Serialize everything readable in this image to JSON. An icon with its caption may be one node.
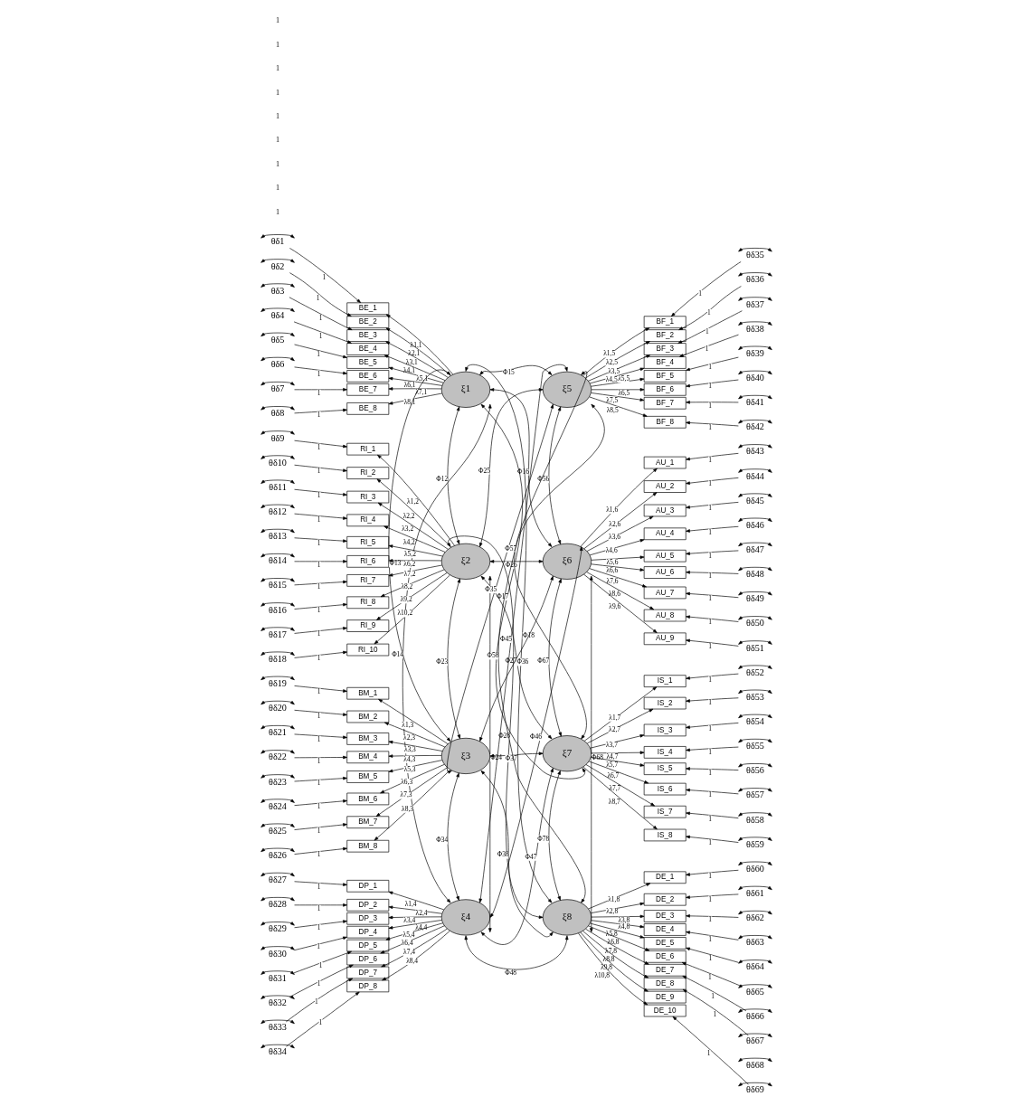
{
  "diagram": {
    "nodes": [
      {
        "text": [
          "ξ1"
        ]
      },
      {
        "text": [
          "ξ2"
        ]
      },
      {
        "text": [
          "ξ3"
        ]
      },
      {
        "text": [
          "ξ4"
        ]
      },
      {
        "text": [
          "ξ5"
        ]
      },
      {
        "text": [
          "ξ6"
        ]
      },
      {
        "text": [
          "ξ7"
        ]
      },
      {
        "text": [
          "ξ8"
        ]
      },
      {
        "text": [
          "BE_1"
        ]
      },
      {
        "text": [
          "BE_2"
        ]
      },
      {
        "text": [
          "BE_3"
        ]
      },
      {
        "text": [
          "BE_4"
        ]
      },
      {
        "text": [
          "BE_5"
        ]
      },
      {
        "text": [
          "BE_6"
        ]
      },
      {
        "text": [
          "BE_7"
        ]
      },
      {
        "text": [
          "BE_8"
        ]
      },
      {
        "text": [
          "RI_1"
        ]
      },
      {
        "text": [
          "RI_2"
        ]
      },
      {
        "text": [
          "RI_3"
        ]
      },
      {
        "text": [
          "RI_4"
        ]
      },
      {
        "text": [
          "RI_5"
        ]
      },
      {
        "text": [
          "RI_6"
        ]
      },
      {
        "text": [
          "RI_7"
        ]
      },
      {
        "text": [
          "RI_8"
        ]
      },
      {
        "text": [
          "RI_9"
        ]
      },
      {
        "text": [
          "RI_10"
        ]
      },
      {
        "text": [
          "BM_1"
        ]
      },
      {
        "text": [
          "BM_2"
        ]
      },
      {
        "text": [
          "BM_3"
        ]
      },
      {
        "text": [
          "BM_4"
        ]
      },
      {
        "text": [
          "BM_5"
        ]
      },
      {
        "text": [
          "BM_6"
        ]
      },
      {
        "text": [
          "BM_7"
        ]
      },
      {
        "text": [
          "BM_8"
        ]
      },
      {
        "text": [
          "DP_1"
        ]
      },
      {
        "text": [
          "DP_2"
        ]
      },
      {
        "text": [
          "DP_3"
        ]
      },
      {
        "text": [
          "DP_4"
        ]
      },
      {
        "text": [
          "DP_5"
        ]
      },
      {
        "text": [
          "DP_6"
        ]
      },
      {
        "text": [
          "DP_7"
        ]
      },
      {
        "text": [
          "DP_8"
        ]
      },
      {
        "text": [
          "BF_1"
        ]
      },
      {
        "text": [
          "BF_2"
        ]
      },
      {
        "text": [
          "BF_3"
        ]
      },
      {
        "text": [
          "BF_4"
        ]
      },
      {
        "text": [
          "BF_5"
        ]
      },
      {
        "text": [
          "BF_6"
        ]
      },
      {
        "text": [
          "BF_7"
        ]
      },
      {
        "text": [
          "BF_8"
        ]
      },
      {
        "text": [
          "AU_1"
        ]
      },
      {
        "text": [
          "AU_2"
        ]
      },
      {
        "text": [
          "AU_3"
        ]
      },
      {
        "text": [
          "AU_4"
        ]
      },
      {
        "text": [
          "AU_5"
        ]
      },
      {
        "text": [
          "AU_6"
        ]
      },
      {
        "text": [
          "AU_7"
        ]
      },
      {
        "text": [
          "AU_8"
        ]
      },
      {
        "text": [
          "AU_9"
        ]
      },
      {
        "text": [
          "IS_1"
        ]
      },
      {
        "text": [
          "IS_2"
        ]
      },
      {
        "text": [
          "IS_3"
        ]
      },
      {
        "text": [
          "IS_4"
        ]
      },
      {
        "text": [
          "IS_5"
        ]
      },
      {
        "text": [
          "IS_6"
        ]
      },
      {
        "text": [
          "IS_7"
        ]
      },
      {
        "text": [
          "IS_8"
        ]
      },
      {
        "text": [
          "DE_1"
        ]
      },
      {
        "text": [
          "DE_2"
        ]
      },
      {
        "text": [
          "DE_3"
        ]
      },
      {
        "text": [
          "DE_4"
        ]
      },
      {
        "text": [
          "DE_5"
        ]
      },
      {
        "text": [
          "DE_6"
        ]
      },
      {
        "text": [
          "DE_7"
        ]
      },
      {
        "text": [
          "DE_8"
        ]
      },
      {
        "text": [
          "DE_9"
        ]
      },
      {
        "text": [
          "DE_10"
        ]
      },
      {
        "text": [
          "θδ1"
        ]
      },
      {
        "text": [
          "θδ2"
        ]
      },
      {
        "text": [
          "θδ3"
        ]
      },
      {
        "text": [
          "θδ4"
        ]
      },
      {
        "text": [
          "θδ5"
        ]
      },
      {
        "text": [
          "θδ6"
        ]
      },
      {
        "text": [
          "θδ7"
        ]
      },
      {
        "text": [
          "θδ8"
        ]
      },
      {
        "text": [
          "θδ9"
        ]
      },
      {
        "text": [
          "θδ10"
        ]
      },
      {
        "text": [
          "θδ11"
        ]
      },
      {
        "text": [
          "θδ12"
        ]
      },
      {
        "text": [
          "θδ13"
        ]
      },
      {
        "text": [
          "θδ14"
        ]
      },
      {
        "text": [
          "θδ15"
        ]
      },
      {
        "text": [
          "θδ16"
        ]
      },
      {
        "text": [
          "θδ17"
        ]
      },
      {
        "text": [
          "θδ18"
        ]
      },
      {
        "text": [
          "θδ19"
        ]
      },
      {
        "text": [
          "θδ20"
        ]
      },
      {
        "text": [
          "θδ21"
        ]
      },
      {
        "text": [
          "θδ22"
        ]
      },
      {
        "text": [
          "θδ23"
        ]
      },
      {
        "text": [
          "θδ24"
        ]
      },
      {
        "text": [
          "θδ25"
        ]
      },
      {
        "text": [
          "θδ26"
        ]
      },
      {
        "text": [
          "θδ27"
        ]
      },
      {
        "text": [
          "θδ28"
        ]
      },
      {
        "text": [
          "θδ29"
        ]
      },
      {
        "text": [
          "θδ30"
        ]
      },
      {
        "text": [
          "θδ31"
        ]
      },
      {
        "text": [
          "θδ32"
        ]
      },
      {
        "text": [
          "θδ33"
        ]
      },
      {
        "text": [
          "θδ34"
        ]
      },
      {
        "text": [
          "θδ35"
        ]
      },
      {
        "text": [
          "θδ36"
        ]
      },
      {
        "text": [
          "θδ37"
        ]
      },
      {
        "text": [
          "θδ38"
        ]
      },
      {
        "text": [
          "θδ39"
        ]
      },
      {
        "text": [
          "θδ40"
        ]
      },
      {
        "text": [
          "θδ41"
        ]
      },
      {
        "text": [
          "θδ42"
        ]
      },
      {
        "text": [
          "θδ43"
        ]
      },
      {
        "text": [
          "θδ44"
        ]
      },
      {
        "text": [
          "θδ45"
        ]
      },
      {
        "text": [
          "θδ46"
        ]
      },
      {
        "text": [
          "θδ47"
        ]
      },
      {
        "text": [
          "θδ48"
        ]
      },
      {
        "text": [
          "θδ49"
        ]
      },
      {
        "text": [
          "θδ50"
        ]
      },
      {
        "text": [
          "θδ51"
        ]
      },
      {
        "text": [
          "θδ52"
        ]
      },
      {
        "text": [
          "θδ53"
        ]
      },
      {
        "text": [
          "θδ54"
        ]
      },
      {
        "text": [
          "θδ55"
        ]
      },
      {
        "text": [
          "θδ56"
        ]
      },
      {
        "text": [
          "θδ57"
        ]
      },
      {
        "text": [
          "θδ58"
        ]
      },
      {
        "text": [
          "θδ59"
        ]
      },
      {
        "text": [
          "θδ60"
        ]
      },
      {
        "text": [
          "θδ61"
        ]
      },
      {
        "text": [
          "θδ62"
        ]
      },
      {
        "text": [
          "θδ63"
        ]
      },
      {
        "text": [
          "θδ64"
        ]
      },
      {
        "text": [
          "θδ65"
        ]
      },
      {
        "text": [
          "θδ66"
        ]
      },
      {
        "text": [
          "θδ67"
        ]
      },
      {
        "text": [
          "θδ68"
        ]
      },
      {
        "text": [
          "θδ69"
        ]
      }
    ],
    "edges": [
      {
        "from": 0,
        "to": 8,
        "arrow": "to",
        "label": "λ1,1"
      },
      {
        "from": 0,
        "to": 9,
        "arrow": "to",
        "label": "λ2,1"
      },
      {
        "from": 0,
        "to": 10,
        "arrow": "to",
        "label": "λ3,1"
      },
      {
        "from": 0,
        "to": 11,
        "arrow": "to",
        "label": "λ4,1"
      },
      {
        "from": 0,
        "to": 12,
        "arrow": "to",
        "label": "λ5,1"
      },
      {
        "from": 0,
        "to": 13,
        "arrow": "to",
        "label": "λ6,1"
      },
      {
        "from": 0,
        "to": 14,
        "arrow": "to",
        "label": "λ7,1"
      },
      {
        "from": 0,
        "to": 15,
        "arrow": "to",
        "label": "λ8,1"
      },
      {
        "from": 1,
        "to": 16,
        "arrow": "to",
        "label": "λ1,2"
      },
      {
        "from": 1,
        "to": 17,
        "arrow": "to",
        "label": "λ2,2"
      },
      {
        "from": 1,
        "to": 18,
        "arrow": "to",
        "label": "λ3,2"
      },
      {
        "from": 1,
        "to": 19,
        "arrow": "to",
        "label": "λ4,2"
      },
      {
        "from": 1,
        "to": 20,
        "arrow": "to",
        "label": "λ5,2"
      },
      {
        "from": 1,
        "to": 21,
        "arrow": "to",
        "label": "λ6,2"
      },
      {
        "from": 1,
        "to": 22,
        "arrow": "to",
        "label": "λ7,2"
      },
      {
        "from": 1,
        "to": 23,
        "arrow": "to",
        "label": "λ8,2"
      },
      {
        "from": 1,
        "to": 24,
        "arrow": "to",
        "label": "λ9,2"
      },
      {
        "from": 1,
        "to": 25,
        "arrow": "to",
        "label": "λ10,2"
      },
      {
        "from": 2,
        "to": 26,
        "arrow": "to",
        "label": "λ1,3"
      },
      {
        "from": 2,
        "to": 27,
        "arrow": "to",
        "label": "λ2,3"
      },
      {
        "from": 2,
        "to": 28,
        "arrow": "to",
        "label": "λ3,3"
      },
      {
        "from": 2,
        "to": 29,
        "arrow": "to",
        "label": "λ4,3"
      },
      {
        "from": 2,
        "to": 30,
        "arrow": "to",
        "label": "λ5,3"
      },
      {
        "from": 2,
        "to": 31,
        "arrow": "to",
        "label": "λ6,3"
      },
      {
        "from": 2,
        "to": 32,
        "arrow": "to",
        "label": "λ7,3"
      },
      {
        "from": 2,
        "to": 33,
        "arrow": "to",
        "label": "λ8,3"
      },
      {
        "from": 3,
        "to": 34,
        "arrow": "to",
        "label": "λ1,4"
      },
      {
        "from": 3,
        "to": 35,
        "arrow": "to",
        "label": "λ2,4"
      },
      {
        "from": 3,
        "to": 36,
        "arrow": "to",
        "label": "λ3,4"
      },
      {
        "from": 3,
        "to": 37,
        "arrow": "to",
        "label": "λ4,4"
      },
      {
        "from": 3,
        "to": 38,
        "arrow": "to",
        "label": "λ5,4"
      },
      {
        "from": 3,
        "to": 39,
        "arrow": "to",
        "label": "λ6,4"
      },
      {
        "from": 3,
        "to": 40,
        "arrow": "to",
        "label": "λ7,4"
      },
      {
        "from": 3,
        "to": 41,
        "arrow": "to",
        "label": "λ8,4"
      },
      {
        "from": 4,
        "to": 42,
        "arrow": "to",
        "label": "λ1,5"
      },
      {
        "from": 4,
        "to": 43,
        "arrow": "to",
        "label": "λ2,5"
      },
      {
        "from": 4,
        "to": 44,
        "arrow": "to",
        "label": "λ3,5"
      },
      {
        "from": 4,
        "to": 45,
        "arrow": "to",
        "label": "λ4,5"
      },
      {
        "from": 4,
        "to": 46,
        "arrow": "to",
        "label": "λ5,5"
      },
      {
        "from": 4,
        "to": 47,
        "arrow": "to",
        "label": "λ6,5"
      },
      {
        "from": 4,
        "to": 48,
        "arrow": "to",
        "label": "λ7,5"
      },
      {
        "from": 4,
        "to": 49,
        "arrow": "to",
        "label": "λ8,5"
      },
      {
        "from": 5,
        "to": 50,
        "arrow": "to",
        "label": "λ1,6"
      },
      {
        "from": 5,
        "to": 51,
        "arrow": "to",
        "label": "λ2,6"
      },
      {
        "from": 5,
        "to": 52,
        "arrow": "to",
        "label": "λ3,6"
      },
      {
        "from": 5,
        "to": 53,
        "arrow": "to",
        "label": "λ4,6"
      },
      {
        "from": 5,
        "to": 54,
        "arrow": "to",
        "label": "λ5,6"
      },
      {
        "from": 5,
        "to": 55,
        "arrow": "to",
        "label": "λ6,6"
      },
      {
        "from": 5,
        "to": 56,
        "arrow": "to",
        "label": "λ7,6"
      },
      {
        "from": 5,
        "to": 57,
        "arrow": "to",
        "label": "λ8,6"
      },
      {
        "from": 5,
        "to": 58,
        "arrow": "to",
        "label": "λ9,6"
      },
      {
        "from": 6,
        "to": 59,
        "arrow": "to",
        "label": "λ1,7"
      },
      {
        "from": 6,
        "to": 60,
        "arrow": "to",
        "label": "λ2,7"
      },
      {
        "from": 6,
        "to": 61,
        "arrow": "to",
        "label": "λ3,7"
      },
      {
        "from": 6,
        "to": 62,
        "arrow": "to",
        "label": "λ4,7"
      },
      {
        "from": 6,
        "to": 63,
        "arrow": "to",
        "label": "λ5,7"
      },
      {
        "from": 6,
        "to": 64,
        "arrow": "to",
        "label": "λ6,7"
      },
      {
        "from": 6,
        "to": 65,
        "arrow": "to",
        "label": "λ7,7"
      },
      {
        "from": 6,
        "to": 66,
        "arrow": "to",
        "label": "λ8,7"
      },
      {
        "from": 7,
        "to": 67,
        "arrow": "to",
        "label": "λ1,8"
      },
      {
        "from": 7,
        "to": 68,
        "arrow": "to",
        "label": "λ2,8"
      },
      {
        "from": 7,
        "to": 69,
        "arrow": "to",
        "label": "λ3,8"
      },
      {
        "from": 7,
        "to": 70,
        "arrow": "to",
        "label": "λ4,8"
      },
      {
        "from": 7,
        "to": 71,
        "arrow": "to",
        "label": "λ5,8"
      },
      {
        "from": 7,
        "to": 72,
        "arrow": "to",
        "label": "λ6,8"
      },
      {
        "from": 7,
        "to": 73,
        "arrow": "to",
        "label": "λ7,8"
      },
      {
        "from": 7,
        "to": 74,
        "arrow": "to",
        "label": "λ8,8"
      },
      {
        "from": 7,
        "to": 75,
        "arrow": "to",
        "label": "λ9,8"
      },
      {
        "from": 7,
        "to": 76,
        "arrow": "to",
        "label": "λ10,8"
      },
      {
        "from": 77,
        "to": 8,
        "arrow": "to",
        "label": "1"
      },
      {
        "from": 78,
        "to": 9,
        "arrow": "to",
        "label": "1"
      },
      {
        "from": 79,
        "to": 10,
        "arrow": "to",
        "label": "1"
      },
      {
        "from": 80,
        "to": 11,
        "arrow": "to",
        "label": "1"
      },
      {
        "from": 81,
        "to": 12,
        "arrow": "to",
        "label": "1"
      },
      {
        "from": 82,
        "to": 13,
        "arrow": "to",
        "label": "1"
      },
      {
        "from": 83,
        "to": 14,
        "arrow": "to",
        "label": "1"
      },
      {
        "from": 84,
        "to": 15,
        "arrow": "to",
        "label": "1"
      },
      {
        "from": 85,
        "to": 16,
        "arrow": "to",
        "label": "1"
      },
      {
        "from": 86,
        "to": 17,
        "arrow": "to",
        "label": "1"
      },
      {
        "from": 87,
        "to": 18,
        "arrow": "to",
        "label": "1"
      },
      {
        "from": 88,
        "to": 19,
        "arrow": "to",
        "label": "1"
      },
      {
        "from": 89,
        "to": 20,
        "arrow": "to",
        "label": "1"
      },
      {
        "from": 90,
        "to": 21,
        "arrow": "to",
        "label": "1"
      },
      {
        "from": 91,
        "to": 22,
        "arrow": "to",
        "label": "1"
      },
      {
        "from": 92,
        "to": 23,
        "arrow": "to",
        "label": "1"
      },
      {
        "from": 93,
        "to": 24,
        "arrow": "to",
        "label": "1"
      },
      {
        "from": 94,
        "to": 25,
        "arrow": "to",
        "label": "1"
      },
      {
        "from": 95,
        "to": 26,
        "arrow": "to",
        "label": "1"
      },
      {
        "from": 96,
        "to": 27,
        "arrow": "to",
        "label": "1"
      },
      {
        "from": 97,
        "to": 28,
        "arrow": "to",
        "label": "1"
      },
      {
        "from": 98,
        "to": 29,
        "arrow": "to",
        "label": "1"
      },
      {
        "from": 99,
        "to": 30,
        "arrow": "to",
        "label": "1"
      },
      {
        "from": 100,
        "to": 31,
        "arrow": "to",
        "label": "1"
      },
      {
        "from": 101,
        "to": 32,
        "arrow": "to",
        "label": "1"
      },
      {
        "from": 102,
        "to": 33,
        "arrow": "to",
        "label": "1"
      },
      {
        "from": 103,
        "to": 34,
        "arrow": "to",
        "label": "1"
      },
      {
        "from": 104,
        "to": 35,
        "arrow": "to",
        "label": "1"
      },
      {
        "from": 105,
        "to": 36,
        "arrow": "to",
        "label": "1"
      },
      {
        "from": 106,
        "to": 37,
        "arrow": "to",
        "label": "1"
      },
      {
        "from": 107,
        "to": 38,
        "arrow": "to",
        "label": "1"
      },
      {
        "from": 108,
        "to": 39,
        "arrow": "to",
        "label": "1"
      },
      {
        "from": 109,
        "to": 40,
        "arrow": "to",
        "label": "1"
      },
      {
        "from": 110,
        "to": 41,
        "arrow": "to",
        "label": "1"
      },
      {
        "from": 111,
        "to": 42,
        "arrow": "to",
        "label": "1"
      },
      {
        "from": 112,
        "to": 43,
        "arrow": "to",
        "label": "1"
      },
      {
        "from": 113,
        "to": 44,
        "arrow": "to",
        "label": "1"
      },
      {
        "from": 114,
        "to": 45,
        "arrow": "to",
        "label": "1"
      },
      {
        "from": 115,
        "to": 46,
        "arrow": "to",
        "label": "1"
      },
      {
        "from": 116,
        "to": 47,
        "arrow": "to",
        "label": "1"
      },
      {
        "from": 117,
        "to": 48,
        "arrow": "to",
        "label": "1"
      },
      {
        "from": 118,
        "to": 49,
        "arrow": "to",
        "label": "1"
      },
      {
        "from": 119,
        "to": 50,
        "arrow": "to",
        "label": "1"
      },
      {
        "from": 120,
        "to": 51,
        "arrow": "to",
        "label": "1"
      },
      {
        "from": 121,
        "to": 52,
        "arrow": "to",
        "label": "1"
      },
      {
        "from": 122,
        "to": 53,
        "arrow": "to",
        "label": "1"
      },
      {
        "from": 123,
        "to": 54,
        "arrow": "to",
        "label": "1"
      },
      {
        "from": 124,
        "to": 55,
        "arrow": "to",
        "label": "1"
      },
      {
        "from": 125,
        "to": 56,
        "arrow": "to",
        "label": "1"
      },
      {
        "from": 126,
        "to": 57,
        "arrow": "to",
        "label": "1"
      },
      {
        "from": 127,
        "to": 58,
        "arrow": "to",
        "label": "1"
      },
      {
        "from": 128,
        "to": 59,
        "arrow": "to",
        "label": "1"
      },
      {
        "from": 129,
        "to": 60,
        "arrow": "to",
        "label": "1"
      },
      {
        "from": 130,
        "to": 61,
        "arrow": "to",
        "label": "1"
      },
      {
        "from": 131,
        "to": 62,
        "arrow": "to",
        "label": "1"
      },
      {
        "from": 132,
        "to": 63,
        "arrow": "to",
        "label": "1"
      },
      {
        "from": 133,
        "to": 64,
        "arrow": "to",
        "label": "1"
      },
      {
        "from": 134,
        "to": 65,
        "arrow": "to",
        "label": "1"
      },
      {
        "from": 135,
        "to": 66,
        "arrow": "to",
        "label": "1"
      },
      {
        "from": 136,
        "to": 67,
        "arrow": "to",
        "label": "1"
      },
      {
        "from": 137,
        "to": 68,
        "arrow": "to",
        "label": "1"
      },
      {
        "from": 138,
        "to": 69,
        "arrow": "to",
        "label": "1"
      },
      {
        "from": 139,
        "to": 70,
        "arrow": "to",
        "label": "1"
      },
      {
        "from": 140,
        "to": 71,
        "arrow": "to",
        "label": "1"
      },
      {
        "from": 141,
        "to": 72,
        "arrow": "to",
        "label": "1"
      },
      {
        "from": 142,
        "to": 73,
        "arrow": "to",
        "label": "1"
      },
      {
        "from": 143,
        "to": 74,
        "arrow": "to",
        "label": "1"
      },
      {
        "from": 145,
        "to": 76,
        "arrow": "to",
        "label": "1"
      },
      {
        "from": 77,
        "to": 77,
        "arrow": "both"
      },
      {
        "from": 78,
        "to": 78,
        "arrow": "both"
      },
      {
        "from": 79,
        "to": 79,
        "arrow": "both"
      },
      {
        "from": 80,
        "to": 80,
        "arrow": "both"
      },
      {
        "from": 81,
        "to": 81,
        "arrow": "both"
      },
      {
        "from": 82,
        "to": 82,
        "arrow": "both"
      },
      {
        "from": 83,
        "to": 83,
        "arrow": "both"
      },
      {
        "from": 84,
        "to": 84,
        "arrow": "both"
      },
      {
        "from": 85,
        "to": 85,
        "arrow": "both"
      },
      {
        "from": 86,
        "to": 86,
        "arrow": "both"
      },
      {
        "from": 87,
        "to": 87,
        "arrow": "both"
      },
      {
        "from": 88,
        "to": 88,
        "arrow": "both"
      },
      {
        "from": 89,
        "to": 89,
        "arrow": "both"
      },
      {
        "from": 90,
        "to": 90,
        "arrow": "both"
      },
      {
        "from": 91,
        "to": 91,
        "arrow": "both"
      },
      {
        "from": 92,
        "to": 92,
        "arrow": "both"
      },
      {
        "from": 93,
        "to": 93,
        "arrow": "both"
      },
      {
        "from": 94,
        "to": 94,
        "arrow": "both"
      },
      {
        "from": 95,
        "to": 95,
        "arrow": "both"
      },
      {
        "from": 96,
        "to": 96,
        "arrow": "both"
      },
      {
        "from": 97,
        "to": 97,
        "arrow": "both"
      },
      {
        "from": 98,
        "to": 98,
        "arrow": "both"
      },
      {
        "from": 99,
        "to": 99,
        "arrow": "both"
      },
      {
        "from": 100,
        "to": 100,
        "arrow": "both"
      },
      {
        "from": 101,
        "to": 101,
        "arrow": "both"
      },
      {
        "from": 102,
        "to": 102,
        "arrow": "both"
      },
      {
        "from": 103,
        "to": 103,
        "arrow": "both"
      },
      {
        "from": 104,
        "to": 104,
        "arrow": "both"
      },
      {
        "from": 105,
        "to": 105,
        "arrow": "both"
      },
      {
        "from": 106,
        "to": 106,
        "arrow": "both"
      },
      {
        "from": 107,
        "to": 107,
        "arrow": "both"
      },
      {
        "from": 108,
        "to": 108,
        "arrow": "both"
      },
      {
        "from": 109,
        "to": 109,
        "arrow": "both"
      },
      {
        "from": 110,
        "to": 110,
        "arrow": "both"
      },
      {
        "from": 111,
        "to": 111,
        "arrow": "both"
      },
      {
        "from": 112,
        "to": 112,
        "arrow": "both"
      },
      {
        "from": 113,
        "to": 113,
        "arrow": "both"
      },
      {
        "from": 114,
        "to": 114,
        "arrow": "both"
      },
      {
        "from": 115,
        "to": 115,
        "arrow": "both"
      },
      {
        "from": 116,
        "to": 116,
        "arrow": "both"
      },
      {
        "from": 117,
        "to": 117,
        "arrow": "both"
      },
      {
        "from": 118,
        "to": 118,
        "arrow": "both"
      },
      {
        "from": 119,
        "to": 119,
        "arrow": "both"
      },
      {
        "from": 120,
        "to": 120,
        "arrow": "both"
      },
      {
        "from": 121,
        "to": 121,
        "arrow": "both"
      },
      {
        "from": 122,
        "to": 122,
        "arrow": "both"
      },
      {
        "from": 123,
        "to": 123,
        "arrow": "both"
      },
      {
        "from": 124,
        "to": 124,
        "arrow": "both"
      },
      {
        "from": 125,
        "to": 125,
        "arrow": "both"
      },
      {
        "from": 126,
        "to": 126,
        "arrow": "both"
      },
      {
        "from": 127,
        "to": 127,
        "arrow": "both"
      },
      {
        "from": 128,
        "to": 128,
        "arrow": "both"
      },
      {
        "from": 129,
        "to": 129,
        "arrow": "both"
      },
      {
        "from": 130,
        "to": 130,
        "arrow": "both"
      },
      {
        "from": 131,
        "to": 131,
        "arrow": "both"
      },
      {
        "from": 132,
        "to": 132,
        "arrow": "both"
      },
      {
        "from": 133,
        "to": 133,
        "arrow": "both"
      },
      {
        "from": 134,
        "to": 134,
        "arrow": "both"
      },
      {
        "from": 135,
        "to": 135,
        "arrow": "both"
      },
      {
        "from": 136,
        "to": 136,
        "arrow": "both"
      },
      {
        "from": 137,
        "to": 137,
        "arrow": "both"
      },
      {
        "from": 138,
        "to": 138,
        "arrow": "both"
      },
      {
        "from": 139,
        "to": 139,
        "arrow": "both"
      },
      {
        "from": 140,
        "to": 140,
        "arrow": "both"
      },
      {
        "from": 141,
        "to": 141,
        "arrow": "both"
      },
      {
        "from": 142,
        "to": 142,
        "arrow": "both"
      },
      {
        "from": 143,
        "to": 143,
        "arrow": "both"
      },
      {
        "from": 144,
        "to": 144,
        "arrow": "both"
      },
      {
        "from": 145,
        "to": 145,
        "arrow": "both"
      },
      {
        "from": 0,
        "to": 4,
        "arrow": "both",
        "label": "Φ15"
      },
      {
        "from": 0,
        "to": 3,
        "arrow": "both",
        "label": "Φ14"
      },
      {
        "from": 0,
        "to": 2,
        "arrow": "both",
        "label": "Φ13"
      },
      {
        "from": 0,
        "to": 5,
        "arrow": "both",
        "label": "Φ16"
      },
      {
        "from": 0,
        "to": 6,
        "arrow": "both",
        "label": "Φ17"
      },
      {
        "from": 0,
        "to": 1,
        "arrow": "both",
        "label": "Φ12"
      },
      {
        "from": 0,
        "to": 7,
        "arrow": "both",
        "label": "Φ18"
      },
      {
        "from": 4,
        "to": 7,
        "arrow": "both",
        "label": "Φ58"
      },
      {
        "from": 4,
        "to": 6,
        "arrow": "both",
        "label": "Φ57"
      },
      {
        "from": 4,
        "to": 5,
        "arrow": "both",
        "label": "Φ56"
      },
      {
        "from": 1,
        "to": 4,
        "arrow": "both",
        "label": "Φ25"
      },
      {
        "from": 1,
        "to": 5,
        "arrow": "both",
        "label": "Φ26"
      },
      {
        "from": 1,
        "to": 3,
        "arrow": "both",
        "label": "Φ24"
      },
      {
        "from": 1,
        "to": 7,
        "arrow": "both",
        "label": "Φ28"
      },
      {
        "from": 1,
        "to": 2,
        "arrow": "both",
        "label": "Φ23"
      },
      {
        "from": 1,
        "to": 6,
        "arrow": "both",
        "label": "Φ27"
      },
      {
        "from": 5,
        "to": 7,
        "arrow": "both",
        "label": "Φ68"
      },
      {
        "from": 5,
        "to": 6,
        "arrow": "both",
        "label": "Φ67"
      },
      {
        "from": 2,
        "to": 5,
        "arrow": "both",
        "label": "Φ36"
      },
      {
        "from": 2,
        "to": 6,
        "arrow": "both",
        "label": "Φ37"
      },
      {
        "from": 2,
        "to": 4,
        "arrow": "both",
        "label": "Φ35"
      },
      {
        "from": 2,
        "to": 7,
        "arrow": "both",
        "label": "Φ38"
      },
      {
        "from": 2,
        "to": 3,
        "arrow": "both",
        "label": "Φ34"
      },
      {
        "from": 3,
        "to": 4,
        "arrow": "both",
        "label": "Φ45"
      },
      {
        "from": 3,
        "to": 5,
        "arrow": "both",
        "label": "Φ46"
      },
      {
        "from": 6,
        "to": 7,
        "arrow": "both",
        "label": "Φ78"
      },
      {
        "from": 3,
        "to": 6,
        "arrow": "both",
        "label": "Φ47"
      },
      {
        "from": 3,
        "to": 7,
        "arrow": "both",
        "label": "Φ48"
      }
    ],
    "labels": [
      "1",
      "1",
      "1",
      "1",
      "1",
      "1",
      "1",
      "1",
      "1"
    ]
  }
}
